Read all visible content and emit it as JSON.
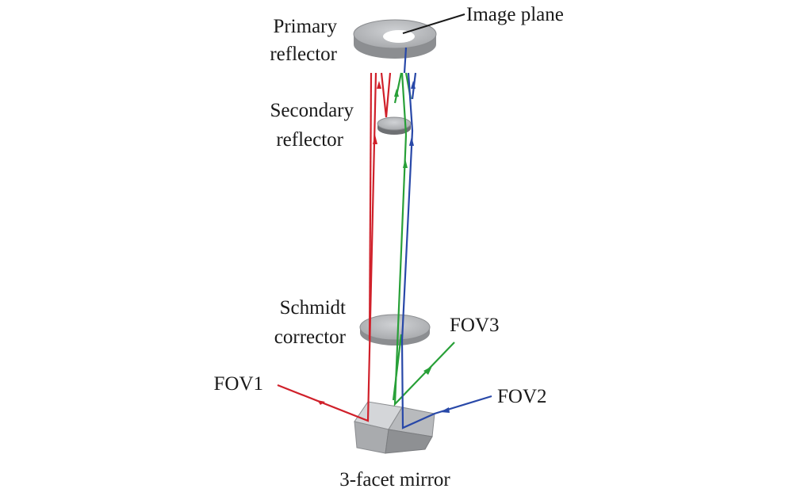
{
  "labels": {
    "primary_reflector_line1": "Primary",
    "primary_reflector_line2": "reflector",
    "image_plane": "Image plane",
    "secondary_reflector_line1": "Secondary",
    "secondary_reflector_line2": "reflector",
    "schmidt_corrector_line1": "Schmidt",
    "schmidt_corrector_line2": "corrector",
    "fov1": "FOV1",
    "fov2": "FOV2",
    "fov3": "FOV3",
    "three_facet_mirror": "3-facet mirror"
  },
  "colors": {
    "fov1_ray": "#d0202a",
    "fov2_ray": "#2848a8",
    "fov3_ray": "#28a038",
    "component_gray": "#b4b6b9",
    "component_dark": "#6e7073"
  }
}
